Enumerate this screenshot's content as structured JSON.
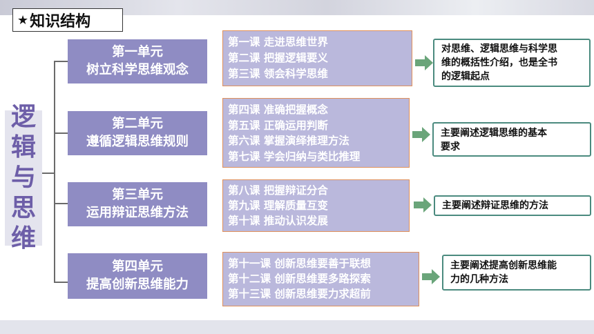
{
  "title": {
    "star": "★",
    "text": "知识结构"
  },
  "side_title": [
    "逻",
    "辑",
    "与",
    "思",
    "维"
  ],
  "units": [
    {
      "name": "第一单元",
      "subtitle": "树立科学思维观念",
      "lessons": [
        "第一课 走进思维世界",
        "第二课 把握逻辑要义",
        "第三课 领会科学思维"
      ],
      "summary": [
        "对思维、逻辑思维与科学思",
        "维的概括性介绍，也是全书",
        "的逻辑起点"
      ]
    },
    {
      "name": "第二单元",
      "subtitle": "遵循逻辑思维规则",
      "lessons": [
        "第四课 准确把握概念",
        "第五课 正确运用判断",
        "第六课 掌握演绎推理方法",
        "第七课 学会归纳与类比推理"
      ],
      "summary": [
        "主要阐述逻辑思维的基本",
        "要求"
      ]
    },
    {
      "name": "第三单元",
      "subtitle": "运用辩证思维方法",
      "lessons": [
        "第八课 把握辩证分合",
        "第九课 理解质量互变",
        "第十课 推动认识发展"
      ],
      "summary": [
        "主要阐述辩证思维的方法"
      ]
    },
    {
      "name": "第四单元",
      "subtitle": "提高创新思维能力",
      "lessons": [
        "第十一课 创新思维要善于联想",
        "第十二课 创新思维要多路探索",
        "第十三课 创新思维要力求超前"
      ],
      "summary": [
        "主要阐述提高创新思维能",
        "力的几种方法"
      ]
    }
  ],
  "colors": {
    "unit_bg": "#8f8cc3",
    "lesson_bg": "#bab8dc",
    "lesson_border": "#e0905a",
    "summary_border": "#4a8a7e",
    "arrow": "#6aa57a",
    "side_title": "#6d5ea8"
  }
}
